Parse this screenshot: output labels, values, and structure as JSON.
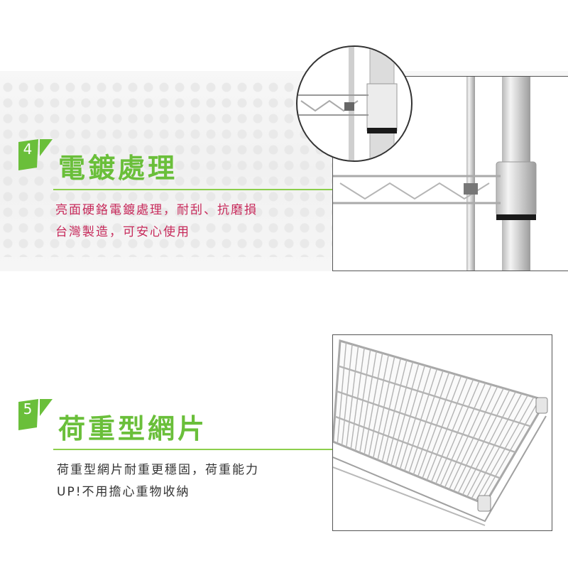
{
  "features": [
    {
      "number": "4",
      "title": "電鍍處理",
      "description_lines": [
        "亮面硬鉻電鍍處理，耐刮、抗磨損",
        "台灣製造，可安心使用"
      ]
    },
    {
      "number": "5",
      "title": "荷重型網片",
      "description_lines": [
        "荷重型網片耐重更穩固，荷重能力",
        "UP!不用擔心重物收納"
      ]
    }
  ],
  "colors": {
    "accent_green": "#6abf3a",
    "description_red": "#c72a5b",
    "description_gray": "#333333"
  }
}
